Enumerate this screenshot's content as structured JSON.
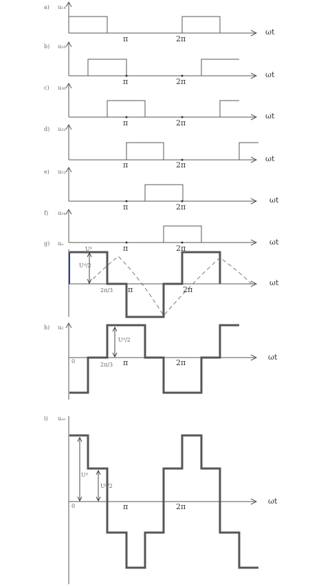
{
  "axis_label": "ωt",
  "tick_pi": "π",
  "tick_2pi": "2π",
  "origin": "0",
  "panels": [
    {
      "id": "a",
      "letter": "a)",
      "signal": "u₁₄"
    },
    {
      "id": "b",
      "letter": "b)",
      "signal": "u₁₆"
    },
    {
      "id": "c",
      "letter": "c)",
      "signal": "u₃₆"
    },
    {
      "id": "d",
      "letter": "d)",
      "signal": "u₃₂"
    },
    {
      "id": "e",
      "letter": "e)",
      "signal": "u₅₂"
    },
    {
      "id": "f",
      "letter": "f)",
      "signal": "u₅₄"
    },
    {
      "id": "g",
      "letter": "g)",
      "signal": "uₐ"
    },
    {
      "id": "h",
      "letter": "h)",
      "signal": "u₂"
    },
    {
      "id": "i",
      "letter": "i)",
      "signal": "uₐₒ"
    }
  ],
  "annotations": {
    "g_ud": "Uᵈ",
    "g_half": "Uᵈ/2",
    "g_2pi3": "2π/3",
    "h_half": "Uᵈ/2",
    "h_2pi3": "2π/3",
    "i_ud": "Uᵈ",
    "i_half": "Uᵈ/2"
  }
}
